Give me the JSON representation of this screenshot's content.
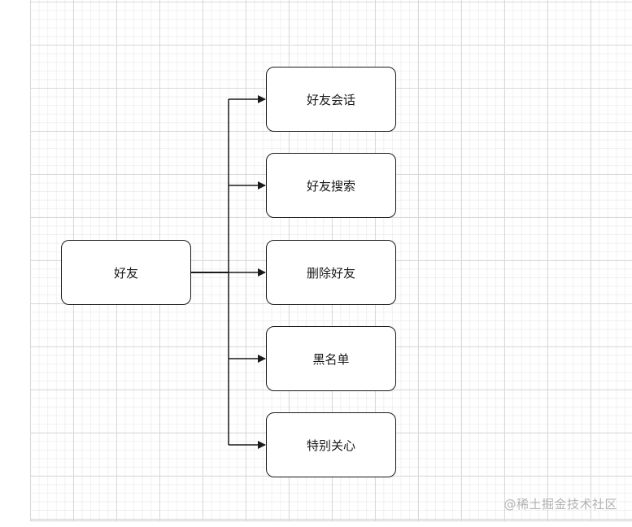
{
  "diagram": {
    "root": {
      "label": "好友"
    },
    "children": [
      {
        "label": "好友会话"
      },
      {
        "label": "好友搜索"
      },
      {
        "label": "删除好友"
      },
      {
        "label": "黑名单"
      },
      {
        "label": "特别关心"
      }
    ]
  },
  "watermark": {
    "text": "@稀土掘金技术社区"
  },
  "colors": {
    "stroke": "#1a1a1a",
    "grid_major": "#d9d9d9",
    "grid_minor": "#f0f0f0",
    "watermark": "#b3b3b3"
  }
}
